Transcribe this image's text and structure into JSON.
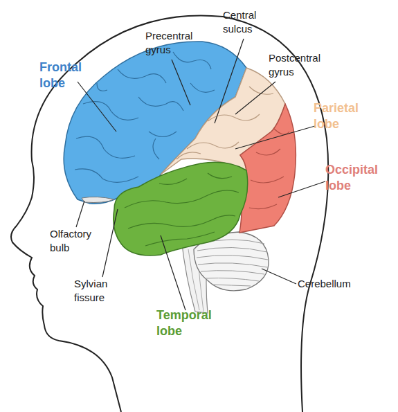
{
  "diagram": {
    "labels": [
      "Frontal lobe",
      "Precentral gyrus",
      "Central sulcus",
      "Postcentral gyrus",
      "Parietal lobe",
      "Occipital lobe",
      "Olfactory bulb",
      "Sylvian fissure",
      "Temporal lobe",
      "Cerebellum"
    ]
  }
}
